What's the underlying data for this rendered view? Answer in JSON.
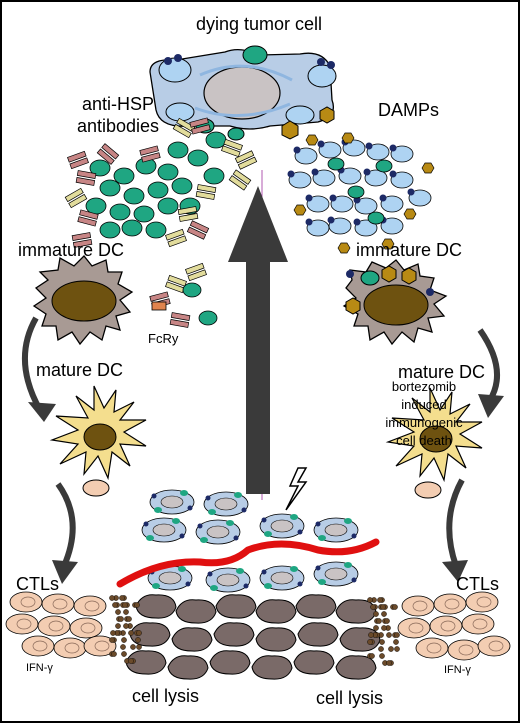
{
  "labels": {
    "dying_tumor_cell": "dying tumor cell",
    "anti_hsp_line1": "anti-HSP",
    "anti_hsp_line2": "antibodies",
    "damps": "DAMPs",
    "immature_dc_left": "immature DC",
    "immature_dc_right": "immature DC",
    "mature_dc_left": "mature DC",
    "mature_dc_right": "mature DC",
    "fcry": "FcRy",
    "bortezomib_lines": [
      "bortezomib",
      "induced",
      "immunogenic",
      "cell death"
    ],
    "ctls_left": "CTLs",
    "ctls_right": "CTLs",
    "ifn_left": "IFN-γ",
    "ifn_right": "IFN-γ",
    "cell_lysis_left": "cell lysis",
    "cell_lysis_right": "cell lysis"
  },
  "colors": {
    "border": "#000000",
    "dc_body": "#a89a94",
    "dc_nucleus": "#6e5210",
    "mature_dc_body": "#f4de8e",
    "tumor_body": "#b8cde6",
    "tumor_nucleus": "#c9c3c4",
    "hsp_green": "#1fa682",
    "antibody_pink": "#c78585",
    "antibody_tan": "#e2dc9c",
    "damp_blue": "#aed3f2",
    "damp_dot": "#1d2a66",
    "damp_hex": "#b88a14",
    "arrow_gray": "#3a3a3a",
    "tumor_line": "#e01010",
    "ctl_fill": "#f3cdb2",
    "lysed_cell": "#7a6a68",
    "fcr_orange": "#e0844e",
    "center_line": "#b05ab0"
  }
}
